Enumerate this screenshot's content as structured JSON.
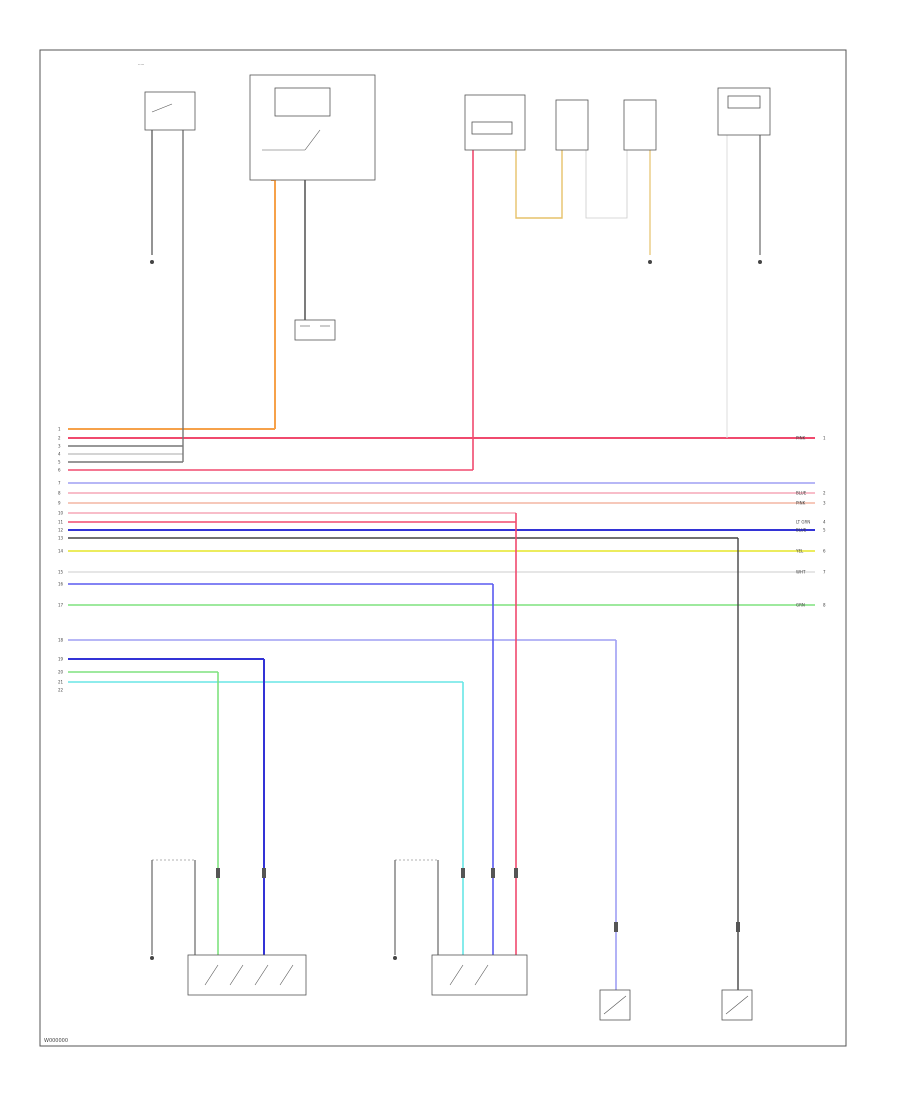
{
  "figure_id": "W000000",
  "colors": {
    "orange": "#f6a14a",
    "red": "#f04a6e",
    "pink": "#f6a7b7",
    "lightred": "#f3b6a4",
    "blue": "#5a5af0",
    "lightblue": "#9f9ff4",
    "darkblue": "#3333d6",
    "green": "#7fe27f",
    "yellow": "#ecec5e",
    "cyan": "#68e6e6",
    "tan": "#e6c26a",
    "gray": "#777777",
    "white": "#dddddd",
    "black": "#444444"
  },
  "bus": {
    "left_numbers": [
      "1",
      "2",
      "3",
      "4",
      "5",
      "6",
      "7",
      "8",
      "9",
      "10",
      "11",
      "12",
      "13",
      "14",
      "15",
      "16",
      "17",
      "18",
      "19",
      "20",
      "21",
      "22"
    ],
    "right_numbers": [
      "1",
      "2",
      "3",
      "4",
      "5",
      "6",
      "7",
      "8"
    ],
    "right_labels": [
      "PINK",
      "BLUE",
      "PINK",
      "LT GRN",
      "BLUE",
      "YEL",
      "WHT",
      "GRN"
    ]
  }
}
